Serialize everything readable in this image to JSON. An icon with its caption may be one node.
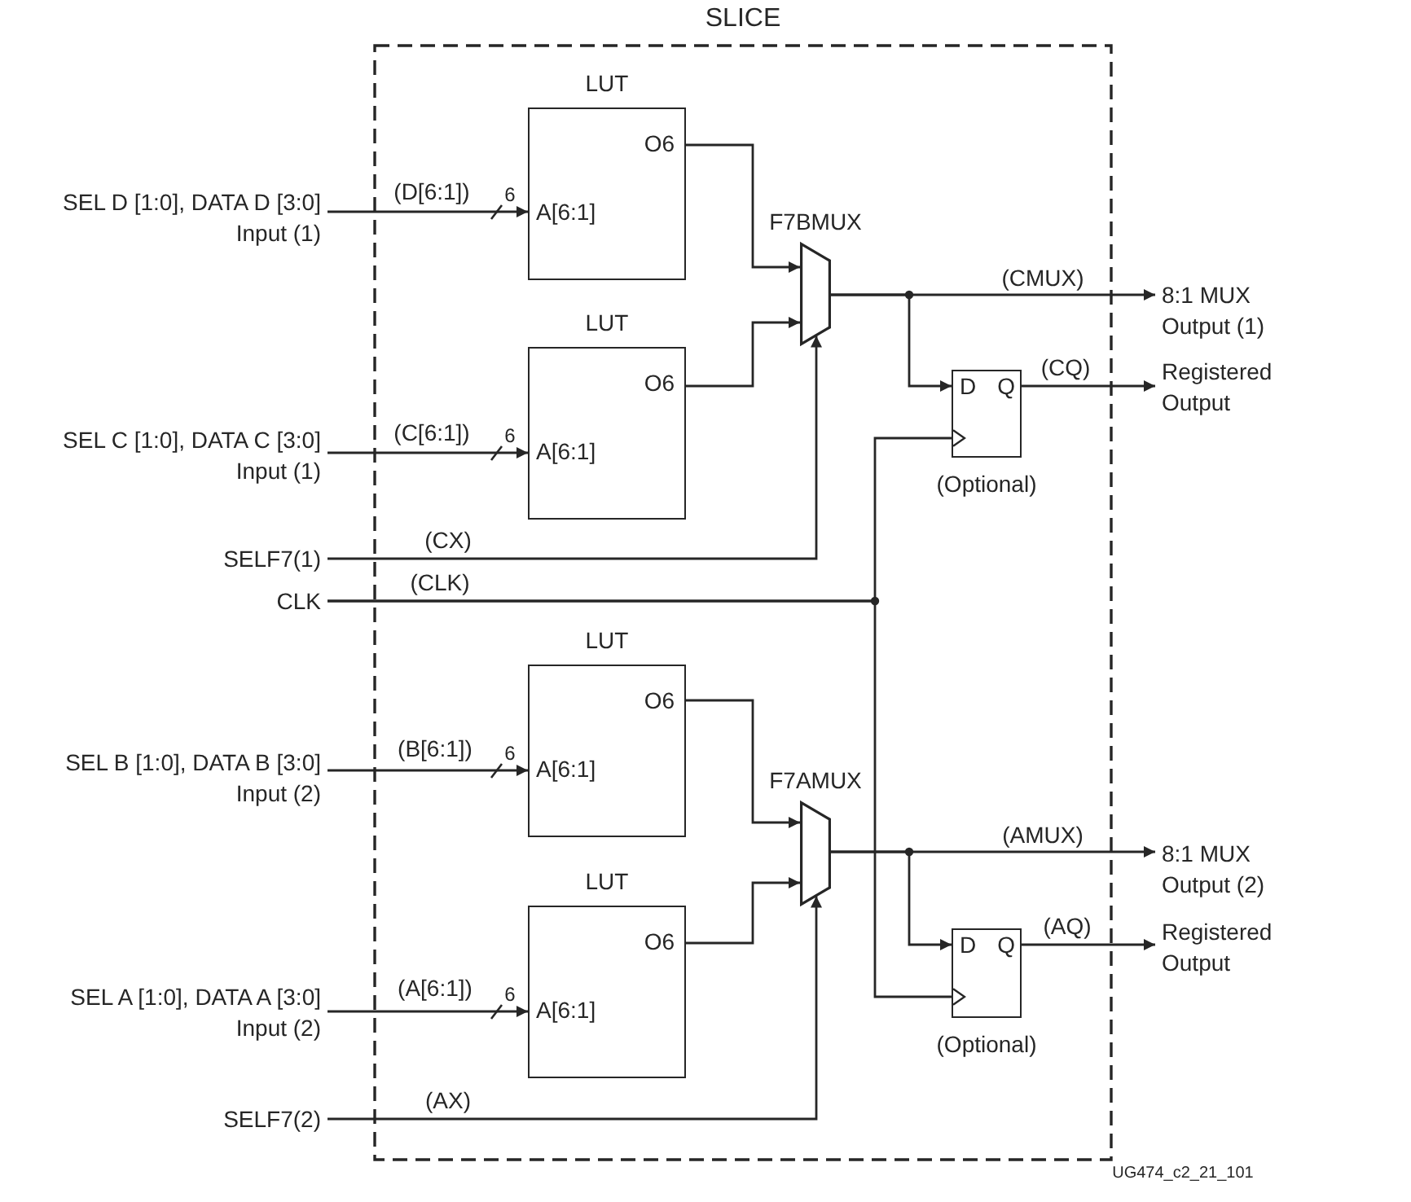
{
  "diagram": {
    "nodes": [
      {
        "text": [
          "SEL D [1:0], DATA D [3:0]",
          "Input (1)"
        ]
      },
      {
        "text": [
          "SEL C [1:0], DATA C [3:0]",
          "Input (1)"
        ]
      },
      {
        "text": [
          "SELF7(1)"
        ]
      },
      {
        "text": [
          "CLK"
        ]
      },
      {
        "text": [
          "SEL B [1:0], DATA B [3:0]",
          "Input (2)"
        ]
      },
      {
        "text": [
          "SEL A [1:0], DATA A [3:0]",
          "Input (2)"
        ]
      },
      {
        "text": [
          "SELF7(2)"
        ]
      },
      {
        "text": [
          "SLICE"
        ]
      },
      {
        "text": [
          "LUT",
          "O6",
          "A[6:1]"
        ],
        "in": 7
      },
      {
        "text": [
          "LUT",
          "O6",
          "A[6:1]"
        ],
        "in": 7
      },
      {
        "text": [
          "F7BMUX"
        ],
        "in": 7
      },
      {
        "text": [
          "D",
          "Q"
        ],
        "beside": [
          "(Optional)"
        ],
        "in": 7
      },
      {
        "text": [
          "LUT",
          "O6",
          "A[6:1]"
        ],
        "in": 7
      },
      {
        "text": [
          "LUT",
          "O6",
          "A[6:1]"
        ],
        "in": 7
      },
      {
        "text": [
          "F7AMUX"
        ],
        "in": 7
      },
      {
        "text": [
          "D",
          "Q"
        ],
        "beside": [
          "(Optional)"
        ],
        "in": 7
      },
      {
        "text": [
          "8:1 MUX",
          "Output (1)"
        ]
      },
      {
        "text": [
          "Registered Output"
        ]
      },
      {
        "text": [
          "8:1 MUX",
          "Output (2)"
        ]
      },
      {
        "text": [
          "Registered Output"
        ]
      }
    ],
    "edges": [
      {
        "from": 0,
        "to": 8,
        "arrow": "to",
        "label": "(D[6:1])"
      },
      {
        "from": 1,
        "to": 9,
        "arrow": "to",
        "label": "(C[6:1])"
      },
      {
        "from": 2,
        "to": 10,
        "arrow": "to",
        "label": "(CX)"
      },
      {
        "from": 3,
        "to": 11,
        "arrow": "to",
        "label": "(CLK)"
      },
      {
        "from": 3,
        "to": 15,
        "arrow": "to"
      },
      {
        "from": 4,
        "to": 12,
        "arrow": "to",
        "label": "(B[6:1])"
      },
      {
        "from": 5,
        "to": 13,
        "arrow": "to",
        "label": "(A[6:1])"
      },
      {
        "from": 6,
        "to": 14,
        "arrow": "to",
        "label": "(AX)"
      },
      {
        "from": 8,
        "to": 10,
        "arrow": "to"
      },
      {
        "from": 9,
        "to": 10,
        "arrow": "to"
      },
      {
        "from": 10,
        "to": 16,
        "arrow": "to",
        "label": "(CMUX)"
      },
      {
        "from": 10,
        "to": 11,
        "arrow": "to"
      },
      {
        "from": 11,
        "to": 17,
        "arrow": "to",
        "label": "(CQ)"
      },
      {
        "from": 12,
        "to": 14,
        "arrow": "to"
      },
      {
        "from": 13,
        "to": 14,
        "arrow": "to"
      },
      {
        "from": 14,
        "to": 18,
        "arrow": "to",
        "label": "(AMUX)"
      },
      {
        "from": 14,
        "to": 15,
        "arrow": "to"
      },
      {
        "from": 15,
        "to": 19,
        "arrow": "to",
        "label": "(AQ)"
      }
    ],
    "labels": [
      "6",
      "6",
      "6",
      "6",
      "UG474_c2_21_101"
    ]
  }
}
